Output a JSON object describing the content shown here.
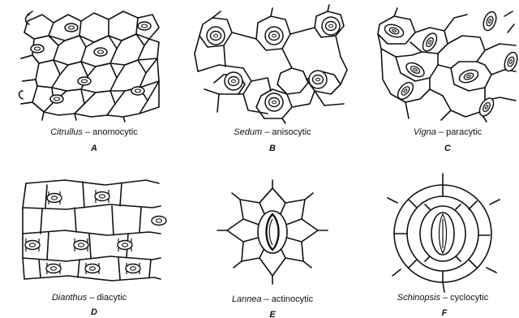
{
  "panels": [
    {
      "genus": "Citrullus",
      "type": "anomocytic",
      "letter": "A"
    },
    {
      "genus": "Sedum",
      "type": "anisocytic",
      "letter": "B"
    },
    {
      "genus": "Vigna",
      "type": "paracytic",
      "letter": "C"
    },
    {
      "genus": "Dianthus",
      "type": "diacytic",
      "letter": "D"
    },
    {
      "genus": "Lannea",
      "type": "actinocytic",
      "letter": "E"
    },
    {
      "genus": "Schinopsis",
      "type": "cyclocytic",
      "letter": "F"
    }
  ]
}
